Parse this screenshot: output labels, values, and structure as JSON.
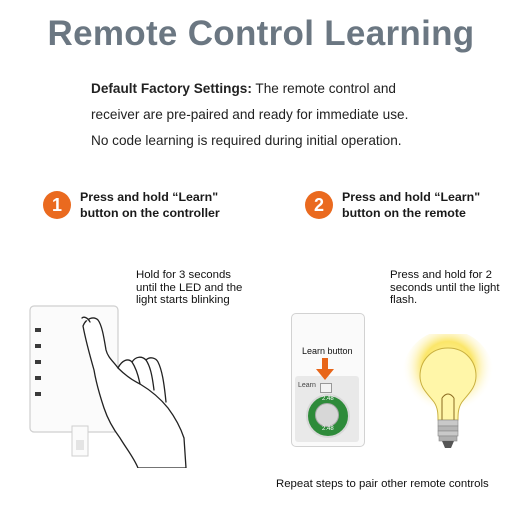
{
  "title": "Remote Control Learning",
  "intro": {
    "bold": "Default Factory Settings:",
    "line1_rest": " The remote control and",
    "line2": "receiver are pre-paired and ready for immediate use.",
    "line3": "No code learning is required during initial operation."
  },
  "steps": [
    {
      "number": "1",
      "line1": "Press and hold “Learn\"",
      "line2": "button on the controller",
      "note_lines": [
        "Hold for 3 seconds",
        "until the LED and the",
        "light starts blinking"
      ]
    },
    {
      "number": "2",
      "line1": "Press and hold “Learn\"",
      "line2": "button on the remote",
      "note_lines": [
        "Press and hold for 2",
        "seconds until the light",
        "flash."
      ]
    }
  ],
  "remote": {
    "learn_button_label": "Learn button",
    "learn_small": "Learn",
    "battery_top": "2.48",
    "battery_bottom": "2.48"
  },
  "footer": "Repeat steps to pair other remote controls",
  "colors": {
    "accent": "#ea6a1f",
    "title": "#6b7782"
  }
}
